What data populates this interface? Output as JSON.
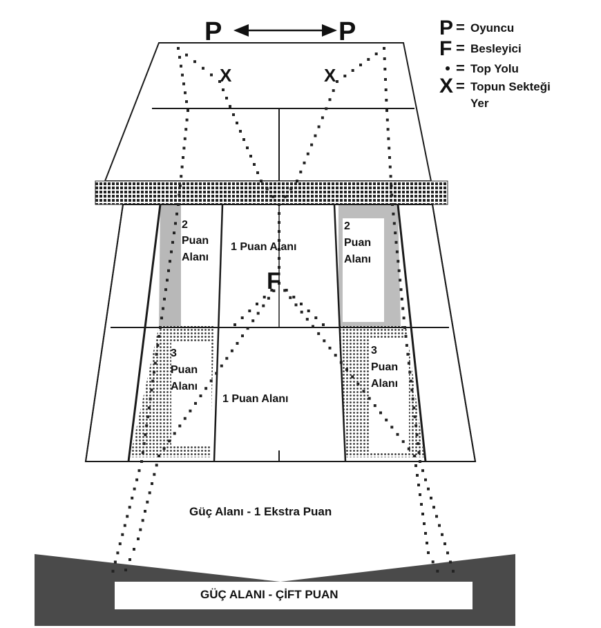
{
  "top": {
    "player_left": "P",
    "player_right": "P"
  },
  "legend": [
    {
      "symbol": "P",
      "text": "Oyuncu"
    },
    {
      "symbol": "F",
      "text": "Besleyici"
    },
    {
      "symbol": "•",
      "text": "Top Yolu"
    },
    {
      "symbol": "X",
      "text": "Topun Sekteği",
      "text2": "Yer"
    }
  ],
  "court": {
    "bounce_left": "X",
    "bounce_right": "X",
    "feeder": "F",
    "zone_2_left": [
      "2",
      "Puan",
      "Alanı"
    ],
    "zone_2_right": [
      "2",
      "Puan",
      "Alanı"
    ],
    "zone_3_left": [
      "3",
      "Puan",
      "Alanı"
    ],
    "zone_3_right": [
      "3",
      "Puan",
      "Alanı"
    ],
    "zone_1_upper": "1 Puan Alanı",
    "zone_1_lower": "1 Puan Alanı"
  },
  "power_zone": "Güç Alanı - 1 Ekstra Puan",
  "double_zone": "GÜÇ ALANI - ÇİFT PUAN",
  "colors": {
    "line": "#1a1a1a",
    "shade": "#a9a9a9",
    "band": "#4a4a4a"
  }
}
